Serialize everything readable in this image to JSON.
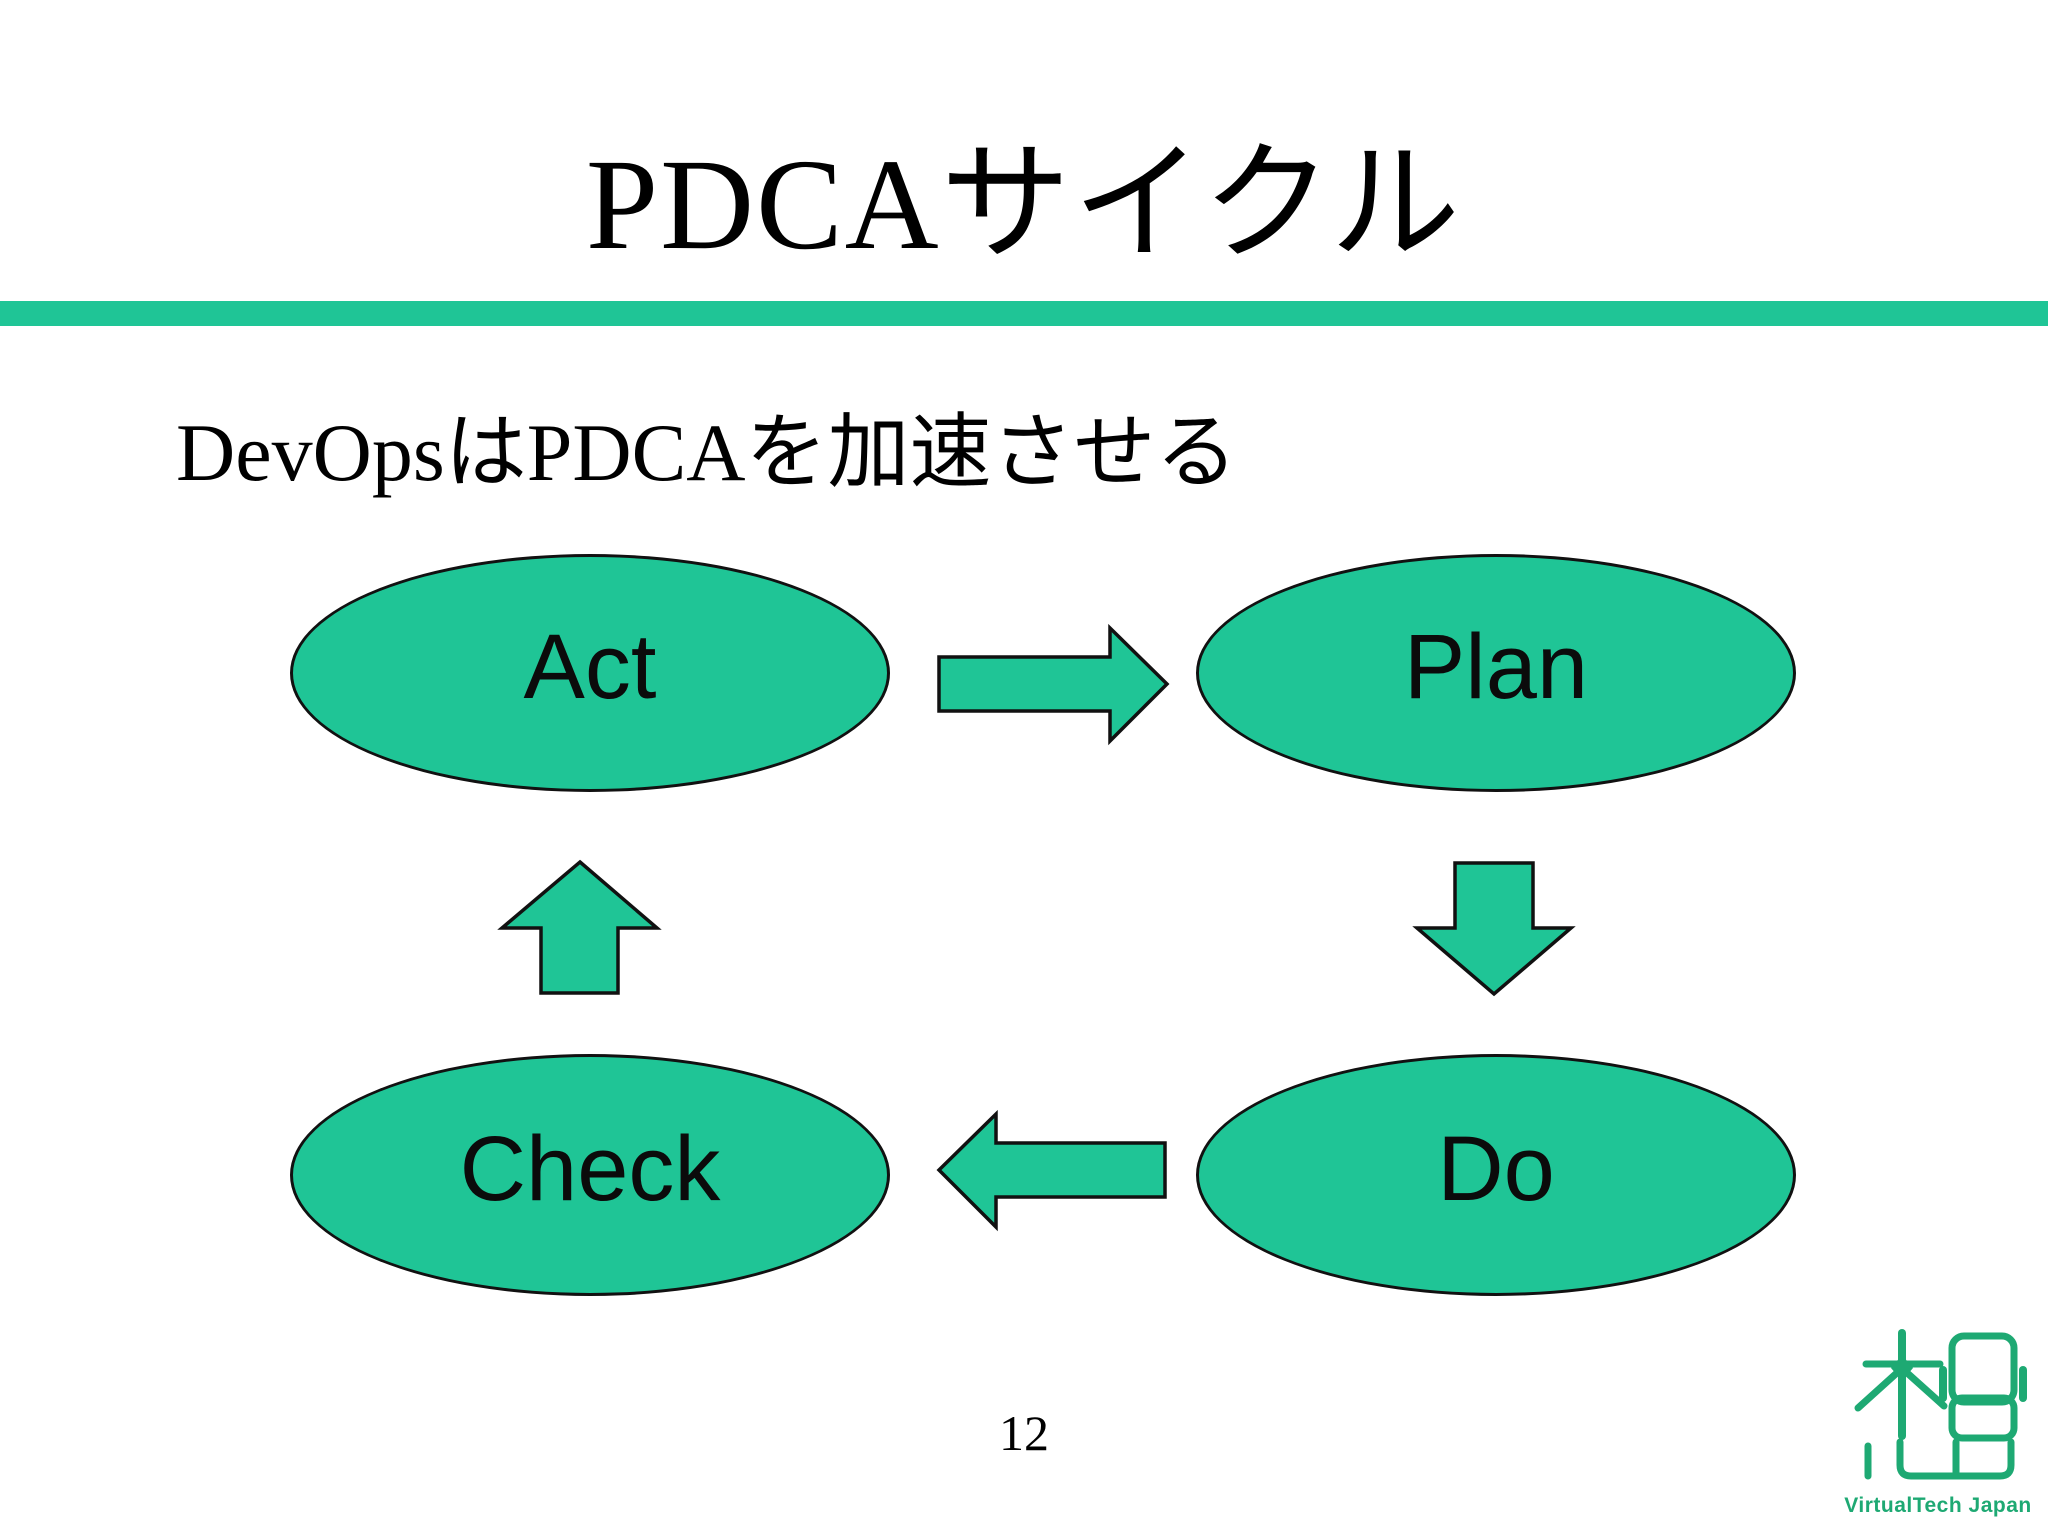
{
  "slide": {
    "title": "PDCAサイクル",
    "subtitle": "DevOpsはPDCAを加速させる",
    "page_number": "12"
  },
  "diagram": {
    "type": "cycle-flowchart",
    "nodes": [
      {
        "id": "act",
        "label": "Act"
      },
      {
        "id": "plan",
        "label": "Plan"
      },
      {
        "id": "check",
        "label": "Check"
      },
      {
        "id": "do",
        "label": "Do"
      }
    ],
    "arrows": [
      {
        "from": "Act",
        "to": "Plan",
        "direction": "right"
      },
      {
        "from": "Plan",
        "to": "Do",
        "direction": "down"
      },
      {
        "from": "Do",
        "to": "Check",
        "direction": "left"
      },
      {
        "from": "Check",
        "to": "Act",
        "direction": "up"
      }
    ]
  },
  "footer": {
    "logo_text": "VirtualTech Japan"
  },
  "colors": {
    "shape_green": "#1fc596",
    "divider_green": "#1fc596",
    "logo_green": "#1ea973",
    "outline": "#111111",
    "text": "#000000",
    "background": "#ffffff"
  }
}
